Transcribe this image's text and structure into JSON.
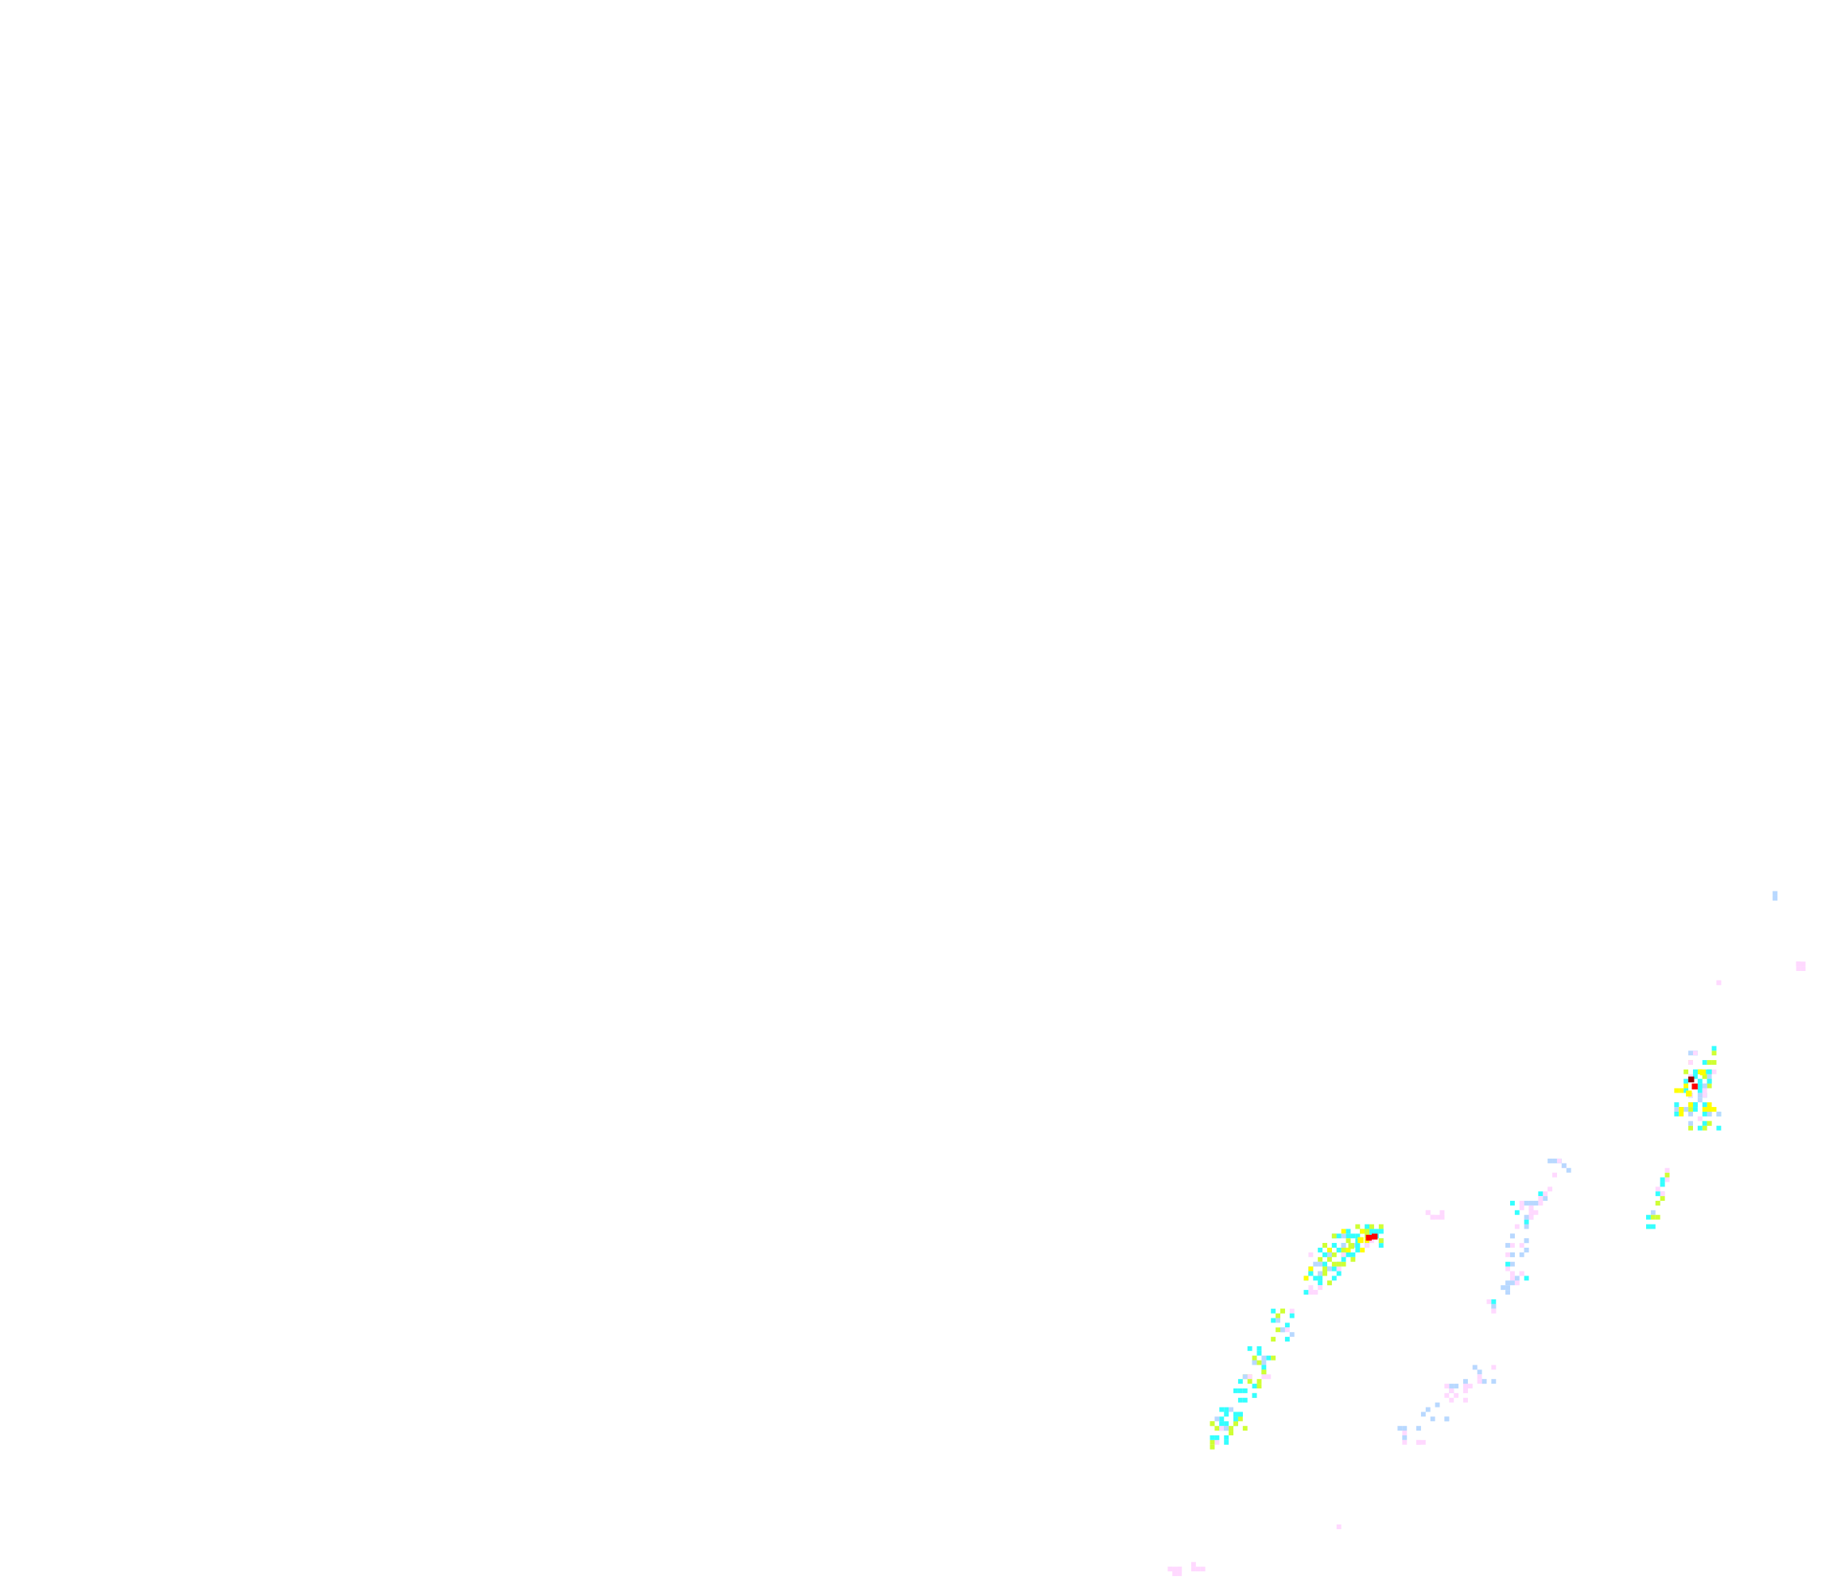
{
  "map": {
    "type": "precipitation-radar-overlay",
    "background": "#ffffff",
    "intensity_palette": {
      "very_light": "#ffd9ff",
      "light": "#b8d8ff",
      "moderate": "#33ffff",
      "heavy": "#cfff33",
      "very_heavy": "#ffff00",
      "intense": "#ff0000",
      "extreme": "#990000"
    },
    "echo_cells": [
      {
        "name": "north-east-isolated-cell",
        "intensity": "light"
      },
      {
        "name": "east-faint-cell",
        "intensity": "very_light"
      },
      {
        "name": "east-storm-cell",
        "intensity": "intense"
      },
      {
        "name": "east-trailing-band",
        "intensity": "heavy"
      },
      {
        "name": "central-storm-cell",
        "intensity": "intense"
      },
      {
        "name": "central-light-band",
        "intensity": "light"
      },
      {
        "name": "south-west-band",
        "intensity": "heavy"
      },
      {
        "name": "south-light-band",
        "intensity": "light"
      },
      {
        "name": "south-scattered-echoes",
        "intensity": "very_light"
      }
    ]
  }
}
